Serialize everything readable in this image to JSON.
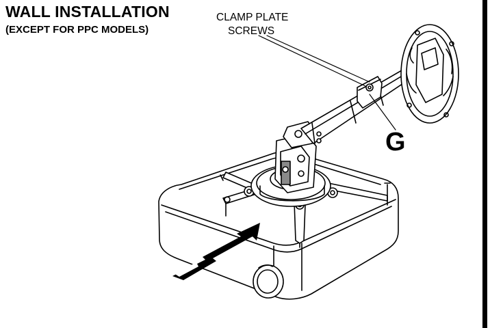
{
  "heading": {
    "title": "WALL INSTALLATION",
    "subtitle": "(EXCEPT FOR PPC MODELS)"
  },
  "callouts": {
    "clamp_line1": "CLAMP PLATE",
    "clamp_line2": "SCREWS",
    "part_letter": "G"
  },
  "colors": {
    "line": "#000000",
    "background": "#ffffff",
    "shade": "#8a8a8a"
  }
}
